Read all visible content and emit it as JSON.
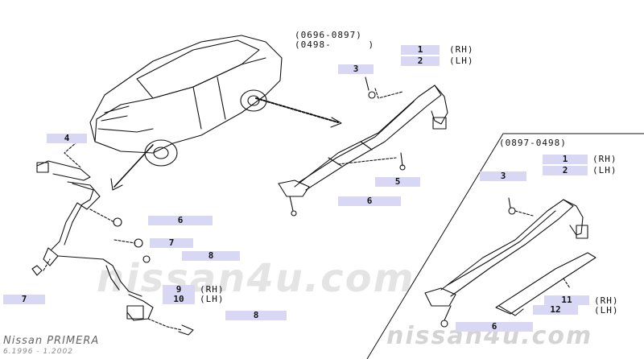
{
  "diagram": {
    "header_dates_top": "(0696-0897)",
    "header_dates_top2": "(0498-      )",
    "header_dates_right": "(0897-0498)",
    "side_rh": "(RH)",
    "side_lh": "(LH)",
    "callouts": {
      "c1_top": "1",
      "c2_top": "2",
      "c3_top": "3",
      "c4": "4",
      "c5": "5",
      "c6_mid": "6",
      "c6_left": "6",
      "c7_a": "7",
      "c7_b": "7",
      "c8_a": "8",
      "c8_b": "8",
      "c9": "9",
      "c10": "10",
      "c1_right": "1",
      "c2_right": "2",
      "c3_right": "3",
      "c11": "11",
      "c12": "12",
      "c6_right": "6"
    }
  },
  "footer": {
    "model": "Nissan PRIMERA",
    "dates": "6.1996 - 1.2002"
  },
  "watermark": {
    "text_center": "nissan4u.com",
    "text_bottom": "nissan4u.com"
  },
  "colors": {
    "callout_fill": "#d8d8f4",
    "watermark": "#d9d9d9"
  }
}
